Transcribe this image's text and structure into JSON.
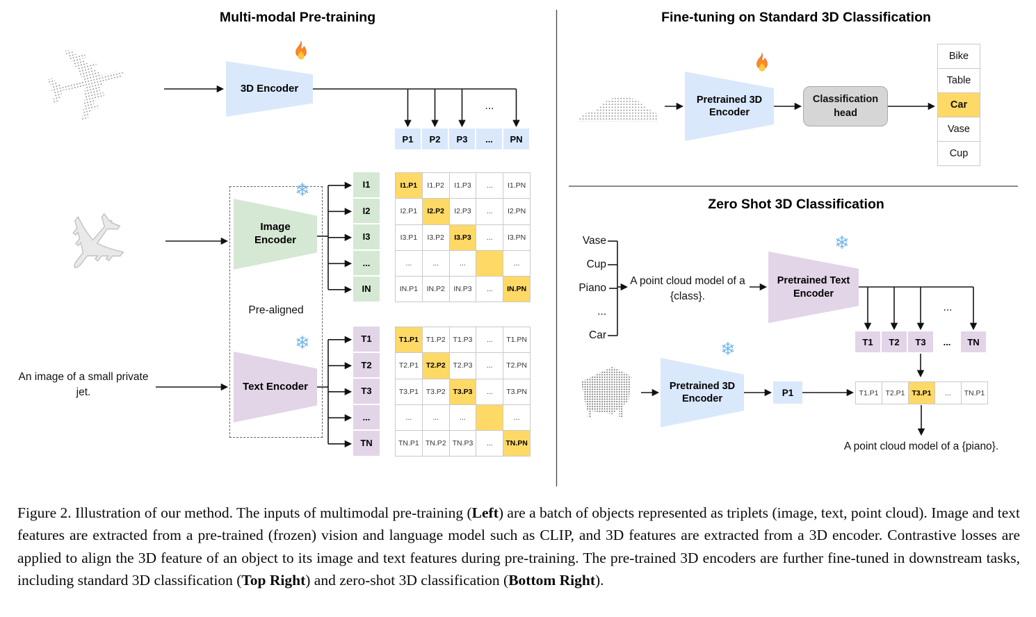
{
  "icons": {
    "snowflake": "❄",
    "plane_glyph": "✈",
    "dots": "..."
  },
  "colors": {
    "blue": "#dae8fc",
    "green": "#d5e8d4",
    "purple": "#e1d5e7",
    "highlight": "#ffd966",
    "head_gray": "#d6d6d6"
  },
  "left": {
    "title": "Multi-modal Pre-training",
    "encoder_3d_label": "3D Encoder",
    "image_encoder_label": "Image Encoder",
    "text_encoder_label": "Text Encoder",
    "pre_aligned_label": "Pre-aligned",
    "input_text": "An image of a small private jet.",
    "p_row": [
      "P1",
      "P2",
      "P3",
      "...",
      "PN"
    ],
    "i_col": [
      "I1",
      "I2",
      "I3",
      "...",
      "IN"
    ],
    "t_col": [
      "T1",
      "T2",
      "T3",
      "...",
      "TN"
    ],
    "image_matrix": [
      [
        "I1.P1",
        "I1.P2",
        "I1.P3",
        "...",
        "I1.PN"
      ],
      [
        "I2.P1",
        "I2.P2",
        "I2.P3",
        "...",
        "I2.PN"
      ],
      [
        "I3.P1",
        "I3.P2",
        "I3.P3",
        "...",
        "I3.PN"
      ],
      [
        "...",
        "...",
        "...",
        "",
        "..."
      ],
      [
        "IN.P1",
        "IN.P2",
        "IN.P3",
        "...",
        "IN.PN"
      ]
    ],
    "text_matrix": [
      [
        "T1.P1",
        "T1.P2",
        "T1.P3",
        "...",
        "T1.PN"
      ],
      [
        "T2.P1",
        "T2.P2",
        "T2.P3",
        "...",
        "T2.PN"
      ],
      [
        "T3.P1",
        "T3.P2",
        "T3.P3",
        "...",
        "T3.PN"
      ],
      [
        "...",
        "...",
        "...",
        "",
        "..."
      ],
      [
        "TN.P1",
        "TN.P2",
        "TN.P3",
        "...",
        "TN.PN"
      ]
    ]
  },
  "top_right": {
    "title": "Fine-tuning on Standard 3D Classification",
    "encoder_label": "Pretrained 3D Encoder",
    "class_head_label": "Classification head",
    "classes": [
      "Bike",
      "Table",
      "Car",
      "Vase",
      "Cup"
    ],
    "highlighted_class": "Car"
  },
  "bottom_right": {
    "title": "Zero Shot 3D Classification",
    "class_words": [
      "Vase",
      "Cup",
      "Piano",
      "...",
      "Car"
    ],
    "prompt": "A point cloud model of a {class}.",
    "text_encoder_label": "Pretrained Text Encoder",
    "encoder_3d_label": "Pretrained 3D Encoder",
    "t_row": [
      "T1",
      "T2",
      "T3",
      "...",
      "TN"
    ],
    "p_cell": "P1",
    "tp_row": [
      "T1.P1",
      "T2.P1",
      "T3.P1",
      "...",
      "TN.P1"
    ],
    "highlighted_tp": "T3.P1",
    "result": "A point cloud model of a {piano}."
  },
  "caption": {
    "segments": [
      {
        "text": "Figure 2. Illustration of our method. The inputs of multimodal pre-training (",
        "bold": false
      },
      {
        "text": "Left",
        "bold": true
      },
      {
        "text": ") are a batch of objects represented as triplets (image, text, point cloud). Image and text features are extracted from a pre-trained (frozen) vision and language model such as CLIP, and 3D features are extracted from a 3D encoder. Contrastive losses are applied to align the 3D feature of an object to its image and text features during pre-training. The pre-trained 3D encoders are further fine-tuned in downstream tasks, including standard 3D classification (",
        "bold": false
      },
      {
        "text": "Top Right",
        "bold": true
      },
      {
        "text": ") and zero-shot 3D classification (",
        "bold": false
      },
      {
        "text": "Bottom Right",
        "bold": true
      },
      {
        "text": ").",
        "bold": false
      }
    ]
  }
}
